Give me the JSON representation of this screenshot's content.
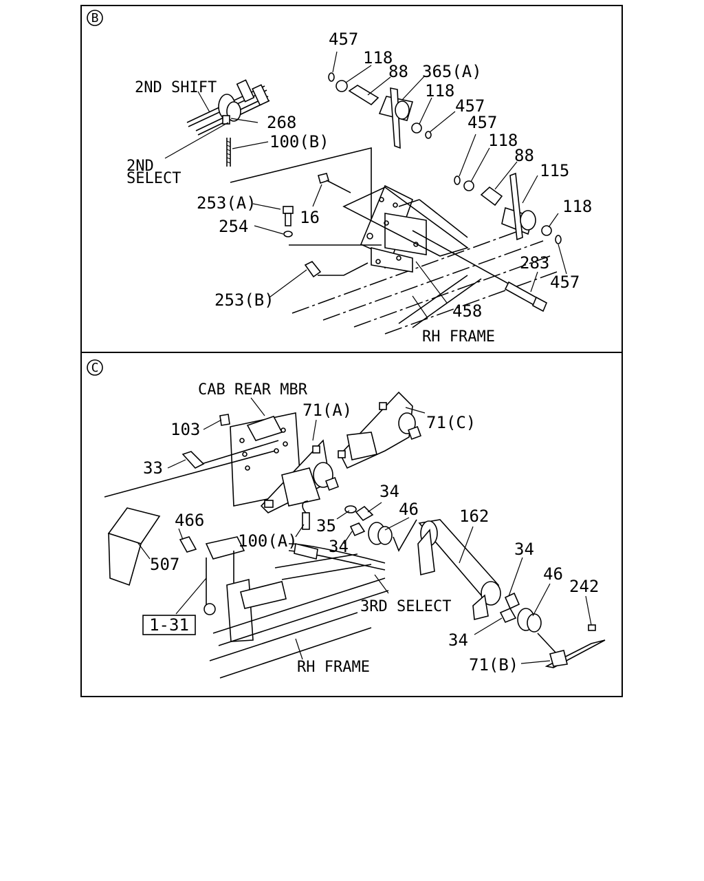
{
  "panel_b": {
    "marker": "B",
    "labels": {
      "p457_top": "457",
      "p118_top": "118",
      "p88_top": "88",
      "p365a": "365(A)",
      "p118_mid": "118",
      "p457_mid": "457",
      "p457_mid2": "457",
      "p118_right": "118",
      "p88_right": "88",
      "p115": "115",
      "p118_far": "118",
      "p457_bottom": "457",
      "p283": "283",
      "p458": "458",
      "rh_frame": "RH FRAME",
      "p268": "268",
      "p100b": "100(B)",
      "shift_2nd": "2ND SHIFT",
      "select_2nd_line1": "2ND",
      "select_2nd_line2": "SELECT",
      "p253a": "253(A)",
      "p254": "254",
      "p16": "16",
      "p253b": "253(B)"
    }
  },
  "panel_c": {
    "marker": "C",
    "labels": {
      "cab_rear_mbr": "CAB REAR MBR",
      "p71a": "71(A)",
      "p71c": "71(C)",
      "p103": "103",
      "p33": "33",
      "p466": "466",
      "p507": "507",
      "p100a": "100(A)",
      "p35": "35",
      "p34_a": "34",
      "p34_b": "34",
      "p46_a": "46",
      "p162": "162",
      "p34_c": "34",
      "p46_b": "46",
      "p242": "242",
      "p34_d": "34",
      "p71b": "71(B)",
      "third_select": "3RD SELECT",
      "rh_frame": "RH FRAME",
      "ref_box": "1-31"
    }
  }
}
